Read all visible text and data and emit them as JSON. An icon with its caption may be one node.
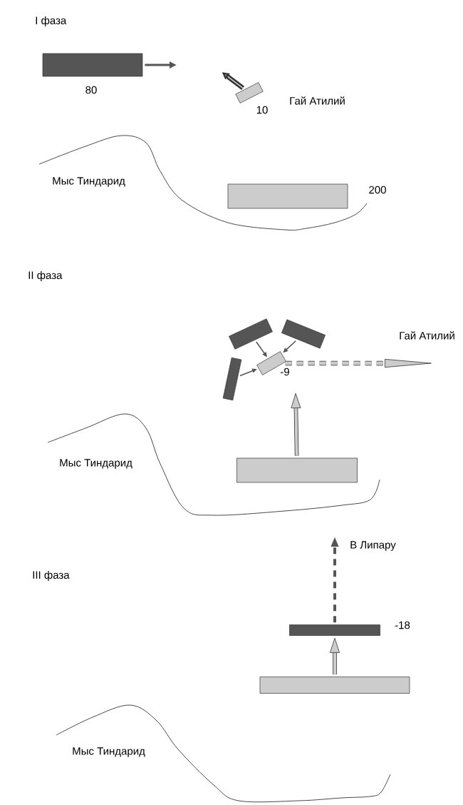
{
  "diagram": {
    "nodes": [
      {
        "text": [],
        "shape": "box",
        "beside": [
          "80"
        ]
      },
      {
        "text": [],
        "shape": "box",
        "beside": [
          "10"
        ]
      },
      {
        "text": [],
        "shape": "box",
        "beside": [
          "200"
        ]
      },
      {
        "text": [],
        "shape": "box"
      },
      {
        "text": [],
        "shape": "box"
      },
      {
        "text": [],
        "shape": "box"
      },
      {
        "text": [],
        "shape": "box",
        "beside": [
          "-9"
        ]
      },
      {
        "text": [],
        "shape": "box"
      },
      {
        "text": [],
        "shape": "box",
        "beside": [
          "-18"
        ]
      },
      {
        "text": [],
        "shape": "box"
      }
    ],
    "edges": [
      {
        "from": 0,
        "to": null,
        "arrow": "to"
      },
      {
        "from": 1,
        "to": null,
        "arrow": "to"
      },
      {
        "from": 3,
        "to": 6,
        "arrow": "to"
      },
      {
        "from": 4,
        "to": 6,
        "arrow": "to"
      },
      {
        "from": 5,
        "to": 6,
        "arrow": "to"
      },
      {
        "from": 6,
        "to": null,
        "arrow": "to",
        "style": "dashed"
      },
      {
        "from": 7,
        "to": null,
        "arrow": "to"
      },
      {
        "from": 9,
        "to": 8,
        "arrow": "to"
      },
      {
        "from": 8,
        "to": null,
        "arrow": "to",
        "style": "dashed"
      }
    ],
    "labels": [
      "I фаза",
      "Гай Атилий",
      "Мыс Тиндарид",
      "II фаза",
      "Гай Атилий",
      "Мыс Тиндарид",
      "III фаза",
      "В Липару",
      "Мыс Тиндарид"
    ]
  }
}
